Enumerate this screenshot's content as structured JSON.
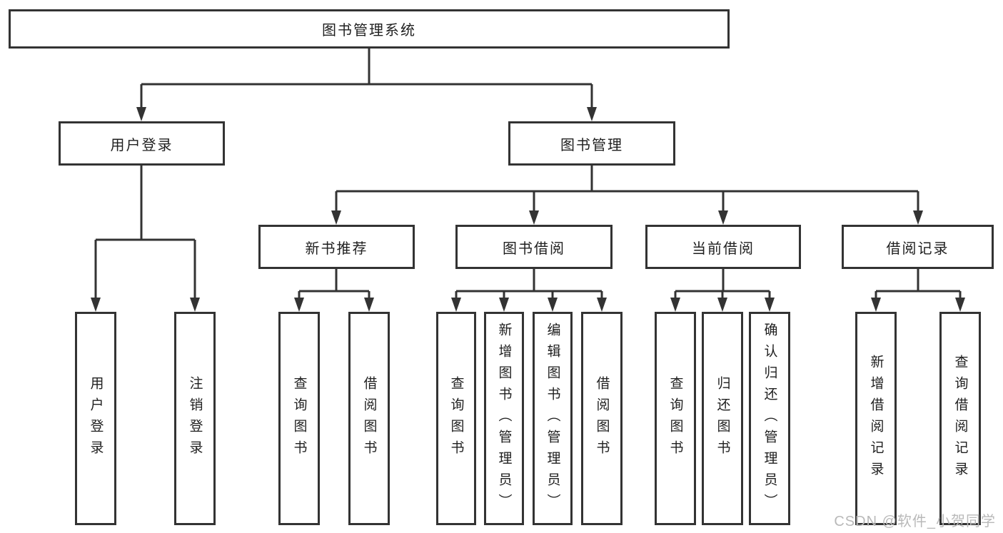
{
  "diagram": {
    "root": {
      "label": "图书管理系统"
    },
    "branches": [
      {
        "label": "用户登录",
        "children": [
          {
            "label": "用户登录"
          },
          {
            "label": "注销登录"
          }
        ]
      },
      {
        "label": "图书管理",
        "children": [
          {
            "label": "新书推荐",
            "children": [
              {
                "label": "查询图书"
              },
              {
                "label": "借阅图书"
              }
            ]
          },
          {
            "label": "图书借阅",
            "children": [
              {
                "label": "查询图书"
              },
              {
                "label": "新增图书（管理员）"
              },
              {
                "label": "编辑图书（管理员）"
              },
              {
                "label": "借阅图书"
              }
            ]
          },
          {
            "label": "当前借阅",
            "children": [
              {
                "label": "查询图书"
              },
              {
                "label": "归还图书"
              },
              {
                "label": "确认归还（管理员）"
              }
            ]
          },
          {
            "label": "借阅记录",
            "children": [
              {
                "label": "新增借阅记录"
              },
              {
                "label": "查询借阅记录"
              }
            ]
          }
        ]
      }
    ]
  },
  "watermark": {
    "text": "CSDN @软件_小贺同学"
  },
  "colors": {
    "line": "#333333",
    "text": "#1f1f1f",
    "node_background": "#ffffff",
    "watermark": "#b9b9b9"
  }
}
